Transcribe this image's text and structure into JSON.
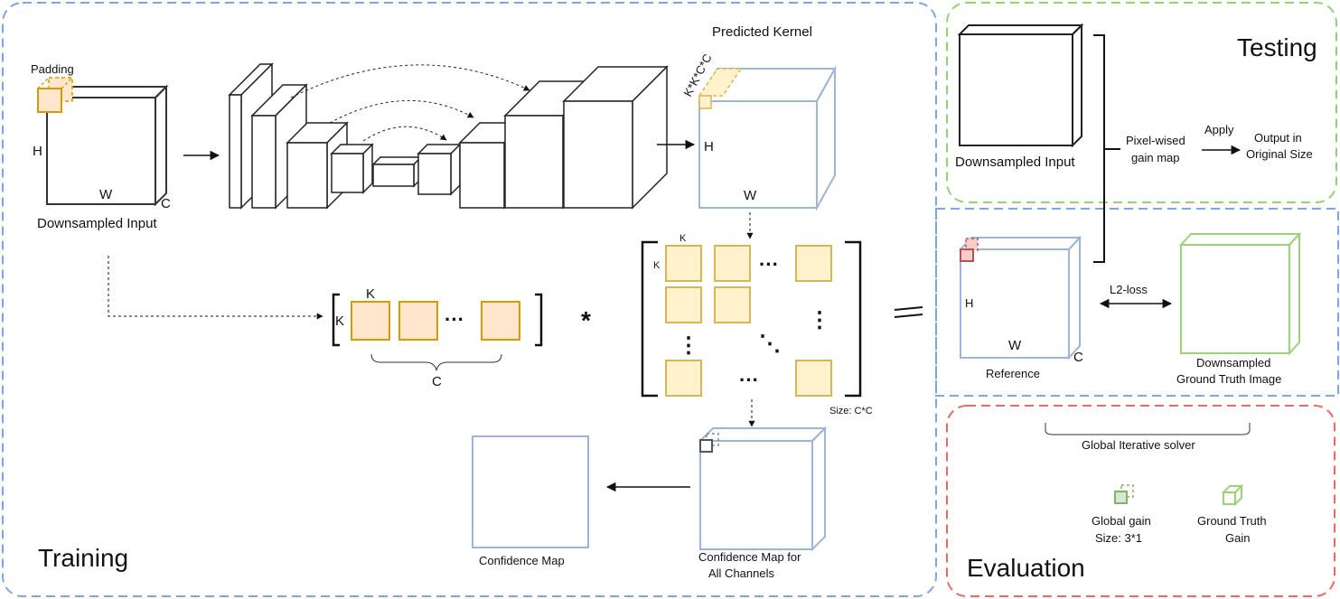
{
  "colors": {
    "training_border": "#7ea6e0",
    "testing_border": "#97d077",
    "evaluation_border": "#ea6b66",
    "kernel_fill": "#fff2cc",
    "kernel_stroke": "#d6b656",
    "patch_fill": "#ffe6cc",
    "patch_stroke": "#d79b00",
    "reference_patch_fill": "#f8cecc",
    "reference_patch_stroke": "#b85450",
    "blue_box_stroke": "#9db5d6",
    "green_box_stroke": "#9cd378"
  },
  "sections": {
    "training": "Training",
    "testing": "Testing",
    "evaluation": "Evaluation"
  },
  "input": {
    "padding": "Padding",
    "h": "H",
    "w": "W",
    "c": "C",
    "caption": "Downsampled Input"
  },
  "kernel": {
    "title": "Predicted Kernel",
    "depth": "K*K*C*C",
    "h": "H",
    "w": "W"
  },
  "patch_row": {
    "k_top": "K",
    "k_left": "K",
    "dots": "···",
    "c": "C"
  },
  "operators": {
    "conv": "*",
    "equals": "="
  },
  "matrix": {
    "k_top": "K",
    "k_left": "K",
    "dots_h": "···",
    "dots_v": "⋮",
    "dots_d": "⋱",
    "size": "Size: C*C"
  },
  "confidence": {
    "map": "Confidence Map",
    "all_channels_1": "Confidence Map for",
    "all_channels_2": "All Channels"
  },
  "testing": {
    "input_caption": "Downsampled Input",
    "gain_1": "Pixel-wised",
    "gain_2": "gain map",
    "apply": "Apply",
    "output_1": "Output in",
    "output_2": "Original Size"
  },
  "reference": {
    "h": "H",
    "w": "W",
    "c": "C",
    "caption": "Reference",
    "loss": "L2-loss",
    "gt_1": "Downsampled",
    "gt_2": "Ground Truth Image"
  },
  "evaluation": {
    "solver": "Global Iterative solver",
    "gain_1": "Global gain",
    "gain_2": "Size: 3*1",
    "gt_gain_1": "Ground Truth",
    "gt_gain_2": "Gain"
  }
}
